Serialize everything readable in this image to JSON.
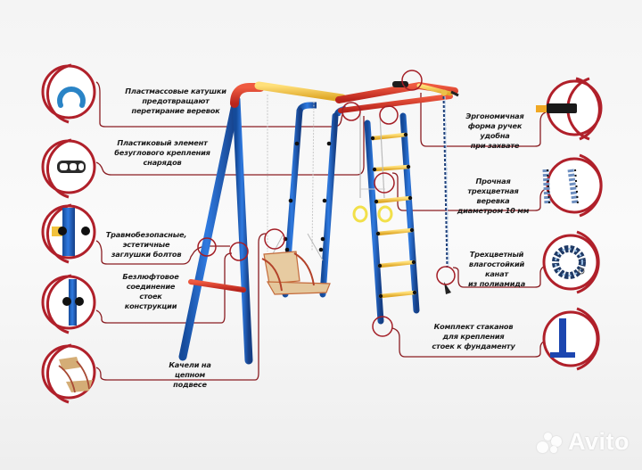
{
  "diagram": {
    "subject": "Outdoor children's sports complex (swing, ladders, rings, rope)",
    "colors": {
      "callout_ring": "#b0202a",
      "frame_blue": "#1f5fb8",
      "frame_red": "#d8352a",
      "bar_yellow": "#f2c23c",
      "seat_wood": "#e4c79c"
    },
    "callouts_left": [
      {
        "id": "plastic-reels",
        "icon": "c-clip-icon",
        "text": "Пластмассовые катушки\nпредотвращают\nперетирание веревок"
      },
      {
        "id": "plastic-element",
        "icon": "triple-clamp-icon",
        "text": "Пластиковый элемент\nбезуглового крепления\nснарядов"
      },
      {
        "id": "bolt-caps",
        "icon": "bolt-cap-icon",
        "text": "Травмобезопасные,\nэстетичные\nзаглушки болтов"
      },
      {
        "id": "backlash-free",
        "icon": "pole-joint-icon",
        "text": "Безлюфтовое\nсоединение\nстоек\nконструкции"
      },
      {
        "id": "swing-chain",
        "icon": "swing-seat-icon",
        "text": "Качели на\nцепном подвесе"
      }
    ],
    "callouts_right": [
      {
        "id": "ergonomic-grip",
        "icon": "grip-handle-icon",
        "text": "Эргономичная\nформа ручек удобна\nпри захвате"
      },
      {
        "id": "strong-rope",
        "icon": "braided-rope-icon",
        "text": "Прочная\nтрехцветная веревка\nдиаметром 10 мм"
      },
      {
        "id": "polyamide-rope",
        "icon": "rope-coil-icon",
        "text": "Трехцветный\nвлагостойкий канат\nиз полиамида"
      },
      {
        "id": "foundation-cups",
        "icon": "anchor-post-icon",
        "text": "Комплект стаканов\nдля крепления\nстоек к фундаменту"
      }
    ]
  },
  "watermark": {
    "text": "Avito"
  }
}
